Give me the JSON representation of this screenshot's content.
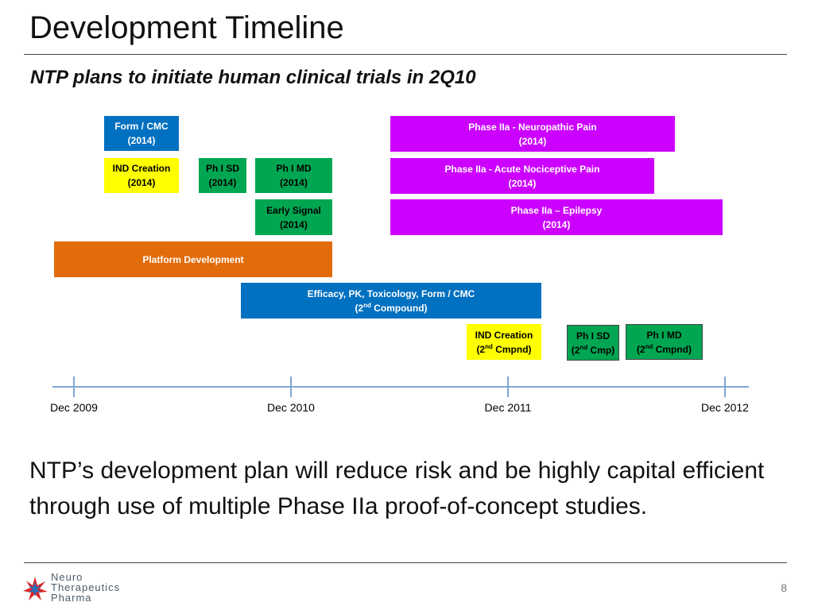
{
  "slide": {
    "title": "Development Timeline",
    "subtitle": "NTP plans to initiate human clinical trials in 2Q10",
    "body": "NTP’s development plan will reduce risk and be highly capital efficient through use of multiple Phase IIa proof-of-concept studies.",
    "page_number": "8"
  },
  "timeline": {
    "ticks": [
      "Dec 2009",
      "Dec 2010",
      "Dec 2011",
      "Dec 2012"
    ],
    "tasks": {
      "form_cmc": {
        "line1": "Form / CMC",
        "line2": "(2014)"
      },
      "ind_creation": {
        "line1": "IND Creation",
        "line2": "(2014)"
      },
      "ph1_sd": {
        "line1": "Ph I SD",
        "line2": "(2014)"
      },
      "ph1_md": {
        "line1": "Ph I MD",
        "line2": "(2014)"
      },
      "early_signal": {
        "line1": "Early Signal",
        "line2": "(2014)"
      },
      "phase2a_neuropathic": {
        "line1": "Phase IIa - Neuropathic Pain",
        "line2": "(2014)"
      },
      "phase2a_acute": {
        "line1": "Phase IIa - Acute Nociceptive Pain",
        "line2": "(2014)"
      },
      "phase2a_epilepsy": {
        "line1": "Phase IIa – Epilepsy",
        "line2": "(2014)"
      },
      "platform": {
        "line1": "Platform Development"
      },
      "efficacy": {
        "line1": "Efficacy, PK, Toxicology, Form / CMC",
        "line2_pre": "(2",
        "line2_sup": "nd",
        "line2_post": " Compound)"
      },
      "ind_2nd": {
        "line1": "IND Creation",
        "line2_pre": "(2",
        "line2_sup": "nd",
        "line2_post": " Cmpnd)"
      },
      "ph1_sd_2nd": {
        "line1": "Ph I SD",
        "line2_pre": "(2",
        "line2_sup": "nd",
        "line2_post": " Cmp)"
      },
      "ph1_md_2nd": {
        "line1": "Ph I MD",
        "line2_pre": "(2",
        "line2_sup": "nd",
        "line2_post": " Cmpnd)"
      }
    }
  },
  "colors": {
    "blue": "#0070c0",
    "yellow": "#ffff00",
    "green": "#00a651",
    "purple": "#cc00ff",
    "orange": "#e36c0a",
    "axis": "#7ea6d3"
  },
  "logo": {
    "icon": "starburst-logo-icon",
    "line1": "Neuro",
    "line2": "Therapeutics",
    "line3": "Pharma"
  }
}
